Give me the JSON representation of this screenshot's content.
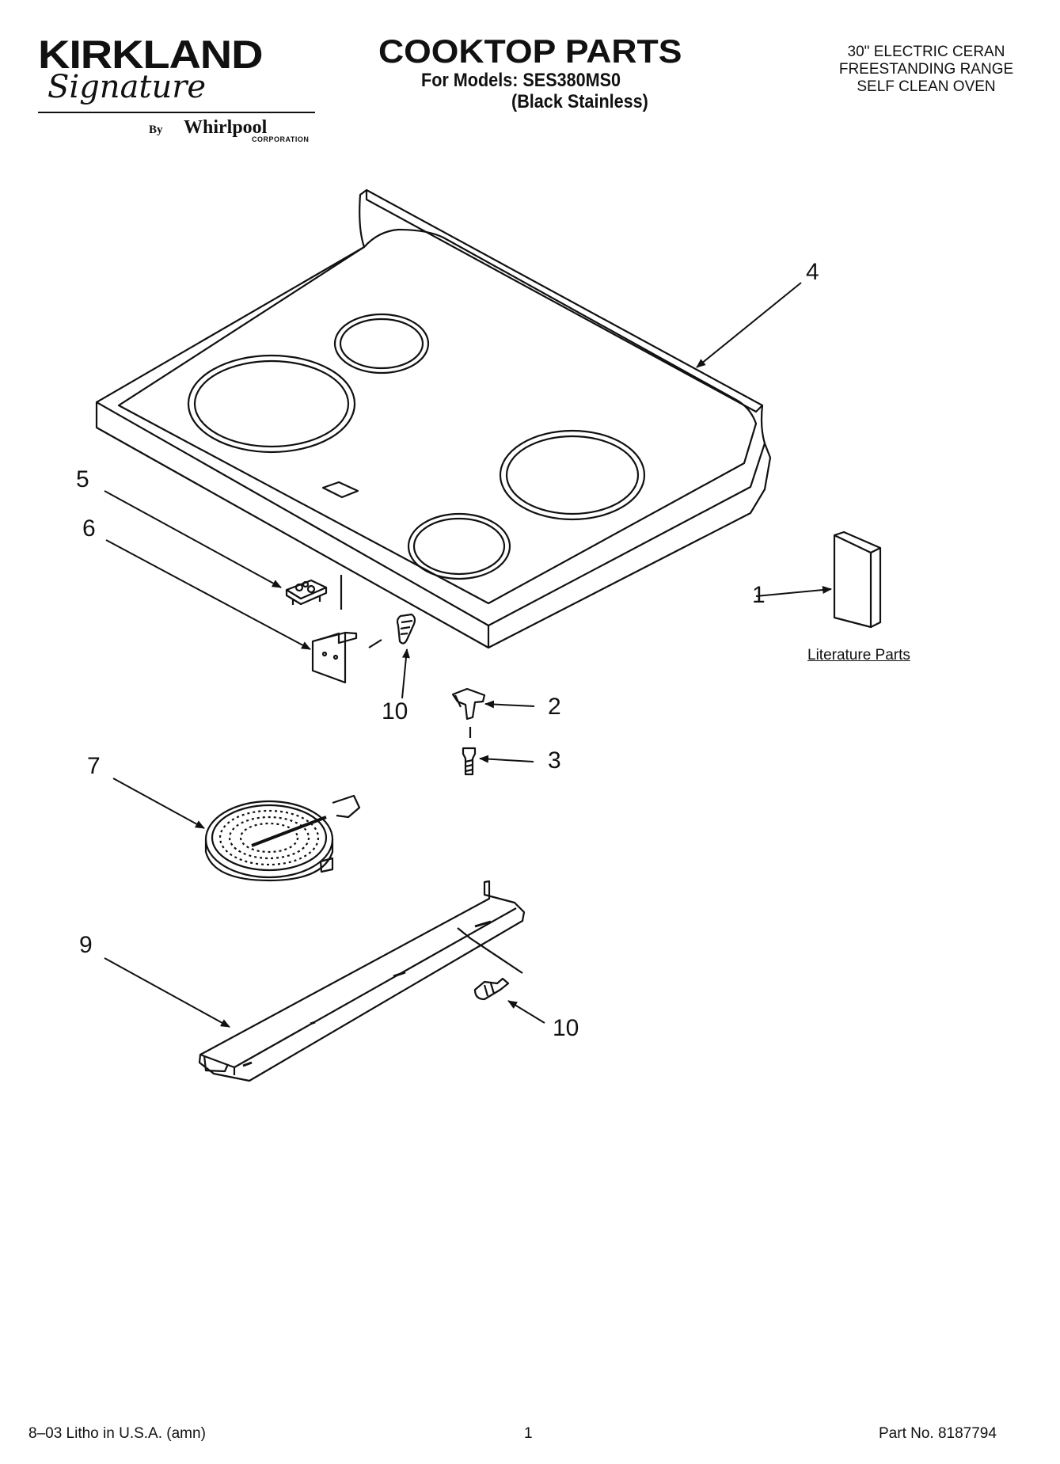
{
  "header": {
    "brand": "KIRKLAND",
    "brand_script": "Signature",
    "by": "By",
    "manufacturer": "Whirlpool",
    "manufacturer_sub": "CORPORATION",
    "title": "COOKTOP PARTS",
    "models_line": "For Models: SES380MS0",
    "finish": "(Black Stainless)",
    "spec_lines": [
      "30\" ELECTRIC CERAN",
      "FREESTANDING RANGE",
      "SELF CLEAN OVEN"
    ]
  },
  "callouts": {
    "c1": "1",
    "c2": "2",
    "c3": "3",
    "c4": "4",
    "c5": "5",
    "c6": "6",
    "c7": "7",
    "c9": "9",
    "c10a": "10",
    "c10b": "10"
  },
  "literature_label": "Literature Parts",
  "footer": {
    "left": "8–03 Litho in U.S.A. (amn)",
    "page": "1",
    "part_no": "Part No. 8187794"
  }
}
